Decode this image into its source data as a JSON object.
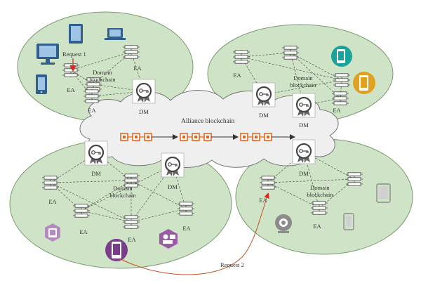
{
  "colors": {
    "domain_fill": "#cfe3c6",
    "domain_stroke": "#7a9a6e",
    "cloud_fill": "#efefef",
    "cloud_stroke": "#777777",
    "chain_orange": "#e8641e",
    "node_stroke": "#555555",
    "request_red": "#d62b1f",
    "request2_line": "#c0552a",
    "device_blue": "#2f5f8a",
    "device_teal": "#1aa39a",
    "device_gold": "#e0a020",
    "device_purple": "#7a3d8a",
    "device_lilac": "#b58ac0",
    "device_gray": "#8c8c8c"
  },
  "labels": {
    "alliance": "Alliance blockchain",
    "ea": "EA",
    "dm": "DM",
    "domain_line1": "Domain",
    "domain_line2": "blockchain",
    "request1": "Request 1",
    "request2": "Request 2"
  },
  "icons": {
    "dm_badge": "key-certificate-icon",
    "node": "server-rack-icon",
    "block": "block-icon"
  }
}
